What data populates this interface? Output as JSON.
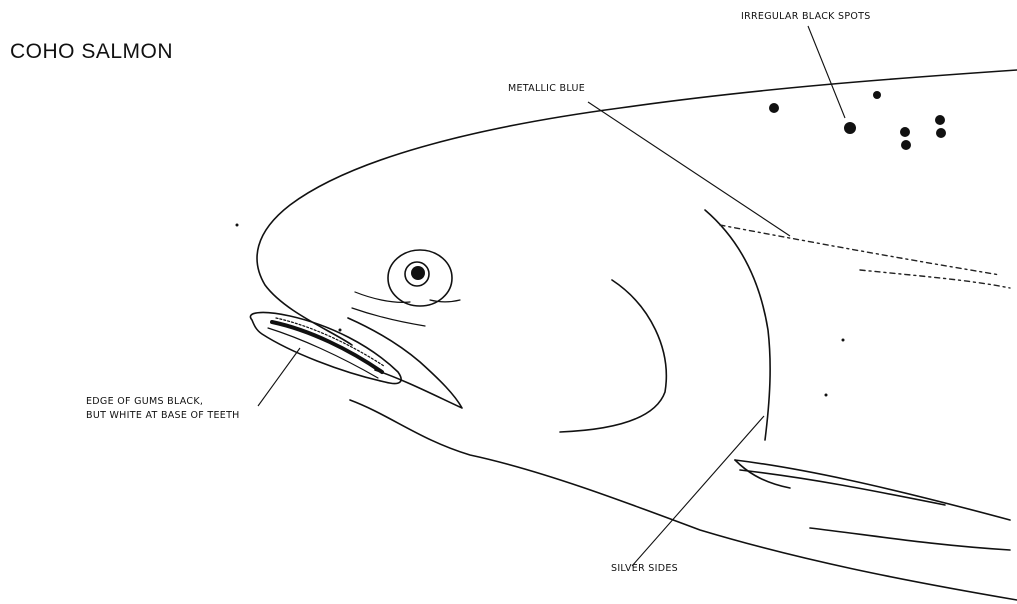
{
  "title": "COHO SALMON",
  "callouts": {
    "spots": "IRREGULAR BLACK SPOTS",
    "blue": "METALLIC BLUE",
    "gums_line1": "EDGE OF GUMS BLACK,",
    "gums_line2": "BUT WHITE AT BASE OF TEETH",
    "sides": "SILVER SIDES"
  },
  "colors": {
    "ink": "#111111",
    "background": "#ffffff"
  }
}
